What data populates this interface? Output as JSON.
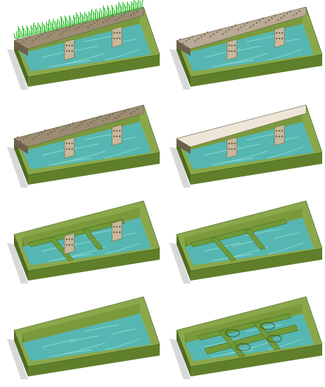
{
  "panels": [
    {
      "id": "p1",
      "stage": "grass-over-gravel",
      "fill": "gravel",
      "grass": true,
      "piers": true
    },
    {
      "id": "p2",
      "stage": "paver-surface",
      "fill": "pavers",
      "grass": false,
      "piers": true
    },
    {
      "id": "p3",
      "stage": "gravel-fill",
      "fill": "gravel",
      "grass": false,
      "piers": true
    },
    {
      "id": "p4",
      "stage": "membrane-layer",
      "fill": "membrane",
      "grass": false,
      "piers": true
    },
    {
      "id": "p5",
      "stage": "grid-frame-with-piers",
      "fill": "grid",
      "grass": false,
      "piers": true
    },
    {
      "id": "p6",
      "stage": "grid-frame",
      "fill": "grid",
      "grass": false,
      "piers": false
    },
    {
      "id": "p7",
      "stage": "water-basin",
      "fill": "water",
      "grass": false,
      "piers": false
    },
    {
      "id": "p8",
      "stage": "grid-modules",
      "fill": "grid-full",
      "grass": false,
      "piers": false
    }
  ],
  "colors": {
    "wall_top": "#8aa84a",
    "wall_front": "#5f7f2a",
    "wall_side": "#4e6b22",
    "water": "#56b7b2",
    "water_light": "#8fd8cf",
    "gravel": "#9c8c72",
    "gravel_dark": "#6d604c",
    "pavers": "#b9aa95",
    "membrane": "#ede6d6",
    "grass": "#2fbf2f",
    "grid": "#6f9a36",
    "pier": "#c9b89a",
    "shadow": "#c8c8c8"
  }
}
